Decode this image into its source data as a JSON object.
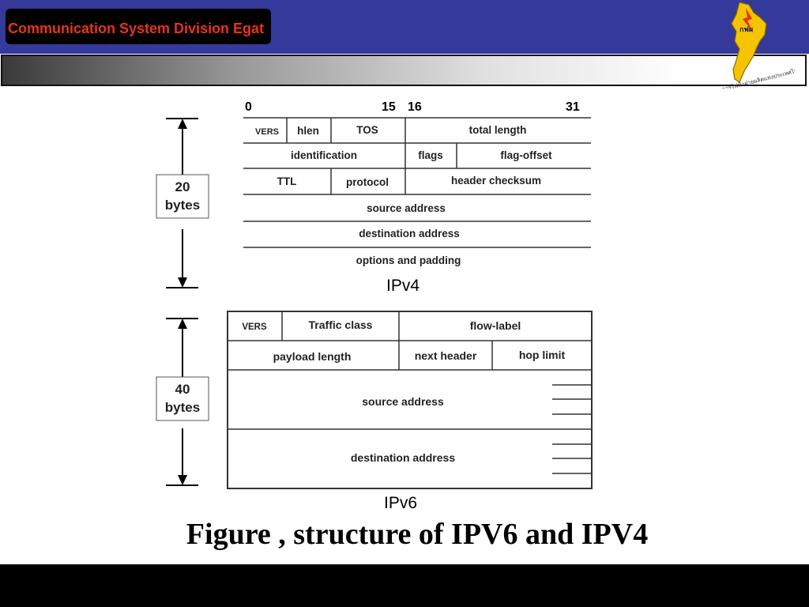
{
  "header": {
    "title": "Communication System Division Egat",
    "logo_text": "กฟผ",
    "logo_caption": "การไฟฟ้าฝ่ายผลิตแห่งประเทศไทย"
  },
  "ipv4": {
    "bit_labels": [
      "0",
      "15",
      "16",
      "31"
    ],
    "size_number": "20",
    "size_unit": "bytes",
    "fields": {
      "vers": "VERS",
      "hlen": "hlen",
      "tos": "TOS",
      "total_length": "total length",
      "identification": "identification",
      "flags": "flags",
      "flag_offset": "flag-offset",
      "ttl": "TTL",
      "protocol": "protocol",
      "header_checksum": "header checksum",
      "source_address": "source address",
      "destination_address": "destination address",
      "options": "options and padding"
    },
    "label": "IPv4"
  },
  "ipv6": {
    "size_number": "40",
    "size_unit": "bytes",
    "fields": {
      "vers": "VERS",
      "traffic_class": "Traffic class",
      "flow_label": "flow-label",
      "payload_length": "payload length",
      "next_header": "next header",
      "hop_limit": "hop limit",
      "source_address": "source address",
      "destination_address": "destination address"
    },
    "label": "IPv6"
  },
  "caption": "Figure , structure of IPV6 and IPV4"
}
